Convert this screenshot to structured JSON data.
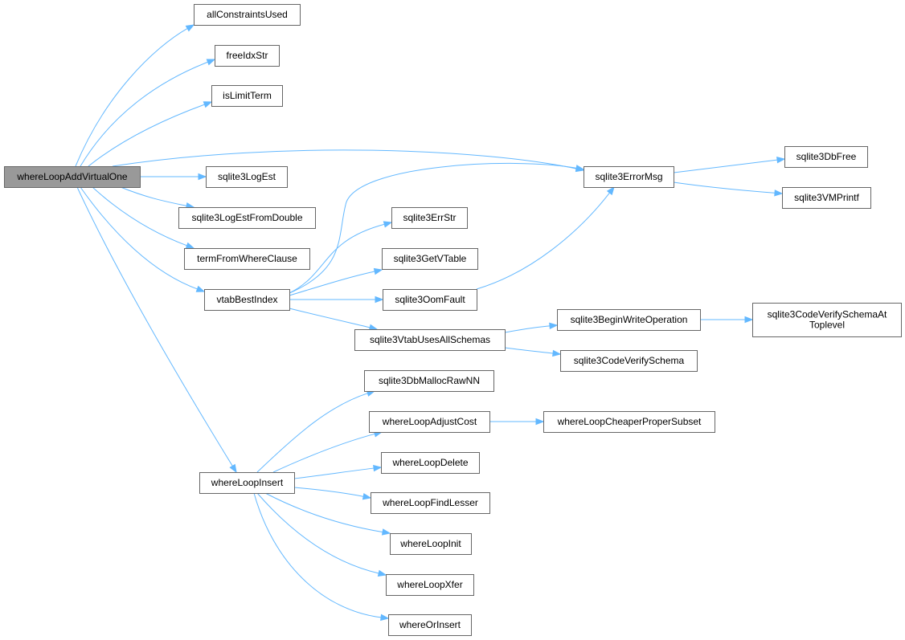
{
  "colors": {
    "edge": "#63b8ff",
    "node_border": "#666666",
    "root_fill": "#999999",
    "node_fill": "#ffffff"
  },
  "nodes": [
    {
      "id": "n_root",
      "lines": [
        "whereLoopAddVirtualOne"
      ],
      "root": true
    },
    {
      "id": "n1",
      "lines": [
        "allConstraintsUsed"
      ]
    },
    {
      "id": "n2",
      "lines": [
        "freeIdxStr"
      ]
    },
    {
      "id": "n3",
      "lines": [
        "isLimitTerm"
      ]
    },
    {
      "id": "n4",
      "lines": [
        "sqlite3LogEst"
      ]
    },
    {
      "id": "n5",
      "lines": [
        "sqlite3LogEstFromDouble"
      ]
    },
    {
      "id": "n6",
      "lines": [
        "termFromWhereClause"
      ]
    },
    {
      "id": "n7",
      "lines": [
        "vtabBestIndex"
      ]
    },
    {
      "id": "n8",
      "lines": [
        "whereLoopInsert"
      ]
    },
    {
      "id": "n9",
      "lines": [
        "sqlite3ErrorMsg"
      ]
    },
    {
      "id": "n10",
      "lines": [
        "sqlite3DbFree"
      ]
    },
    {
      "id": "n11",
      "lines": [
        "sqlite3VMPrintf"
      ]
    },
    {
      "id": "n12",
      "lines": [
        "sqlite3ErrStr"
      ]
    },
    {
      "id": "n13",
      "lines": [
        "sqlite3GetVTable"
      ]
    },
    {
      "id": "n14",
      "lines": [
        "sqlite3OomFault"
      ]
    },
    {
      "id": "n15",
      "lines": [
        "sqlite3VtabUsesAllSchemas"
      ]
    },
    {
      "id": "n16",
      "lines": [
        "sqlite3BeginWriteOperation"
      ]
    },
    {
      "id": "n17",
      "lines": [
        "sqlite3CodeVerifySchemaAt",
        "Toplevel"
      ]
    },
    {
      "id": "n18",
      "lines": [
        "sqlite3CodeVerifySchema"
      ]
    },
    {
      "id": "n19",
      "lines": [
        "sqlite3DbMallocRawNN"
      ]
    },
    {
      "id": "n20",
      "lines": [
        "whereLoopAdjustCost"
      ]
    },
    {
      "id": "n21",
      "lines": [
        "whereLoopCheaperProperSubset"
      ]
    },
    {
      "id": "n22",
      "lines": [
        "whereLoopDelete"
      ]
    },
    {
      "id": "n23",
      "lines": [
        "whereLoopFindLesser"
      ]
    },
    {
      "id": "n24",
      "lines": [
        "whereLoopInit"
      ]
    },
    {
      "id": "n25",
      "lines": [
        "whereLoopXfer"
      ]
    },
    {
      "id": "n26",
      "lines": [
        "whereOrInsert"
      ]
    }
  ],
  "edges": [
    [
      "n_root",
      "n1"
    ],
    [
      "n_root",
      "n2"
    ],
    [
      "n_root",
      "n3"
    ],
    [
      "n_root",
      "n9"
    ],
    [
      "n_root",
      "n4"
    ],
    [
      "n_root",
      "n5"
    ],
    [
      "n_root",
      "n6"
    ],
    [
      "n_root",
      "n7"
    ],
    [
      "n_root",
      "n8"
    ],
    [
      "n9",
      "n10"
    ],
    [
      "n9",
      "n11"
    ],
    [
      "n7",
      "n9"
    ],
    [
      "n7",
      "n12"
    ],
    [
      "n7",
      "n13"
    ],
    [
      "n7",
      "n14"
    ],
    [
      "n7",
      "n15"
    ],
    [
      "n14",
      "n9"
    ],
    [
      "n15",
      "n16"
    ],
    [
      "n15",
      "n18"
    ],
    [
      "n16",
      "n17"
    ],
    [
      "n8",
      "n19"
    ],
    [
      "n8",
      "n20"
    ],
    [
      "n8",
      "n22"
    ],
    [
      "n8",
      "n23"
    ],
    [
      "n8",
      "n24"
    ],
    [
      "n8",
      "n25"
    ],
    [
      "n8",
      "n26"
    ],
    [
      "n20",
      "n21"
    ]
  ]
}
